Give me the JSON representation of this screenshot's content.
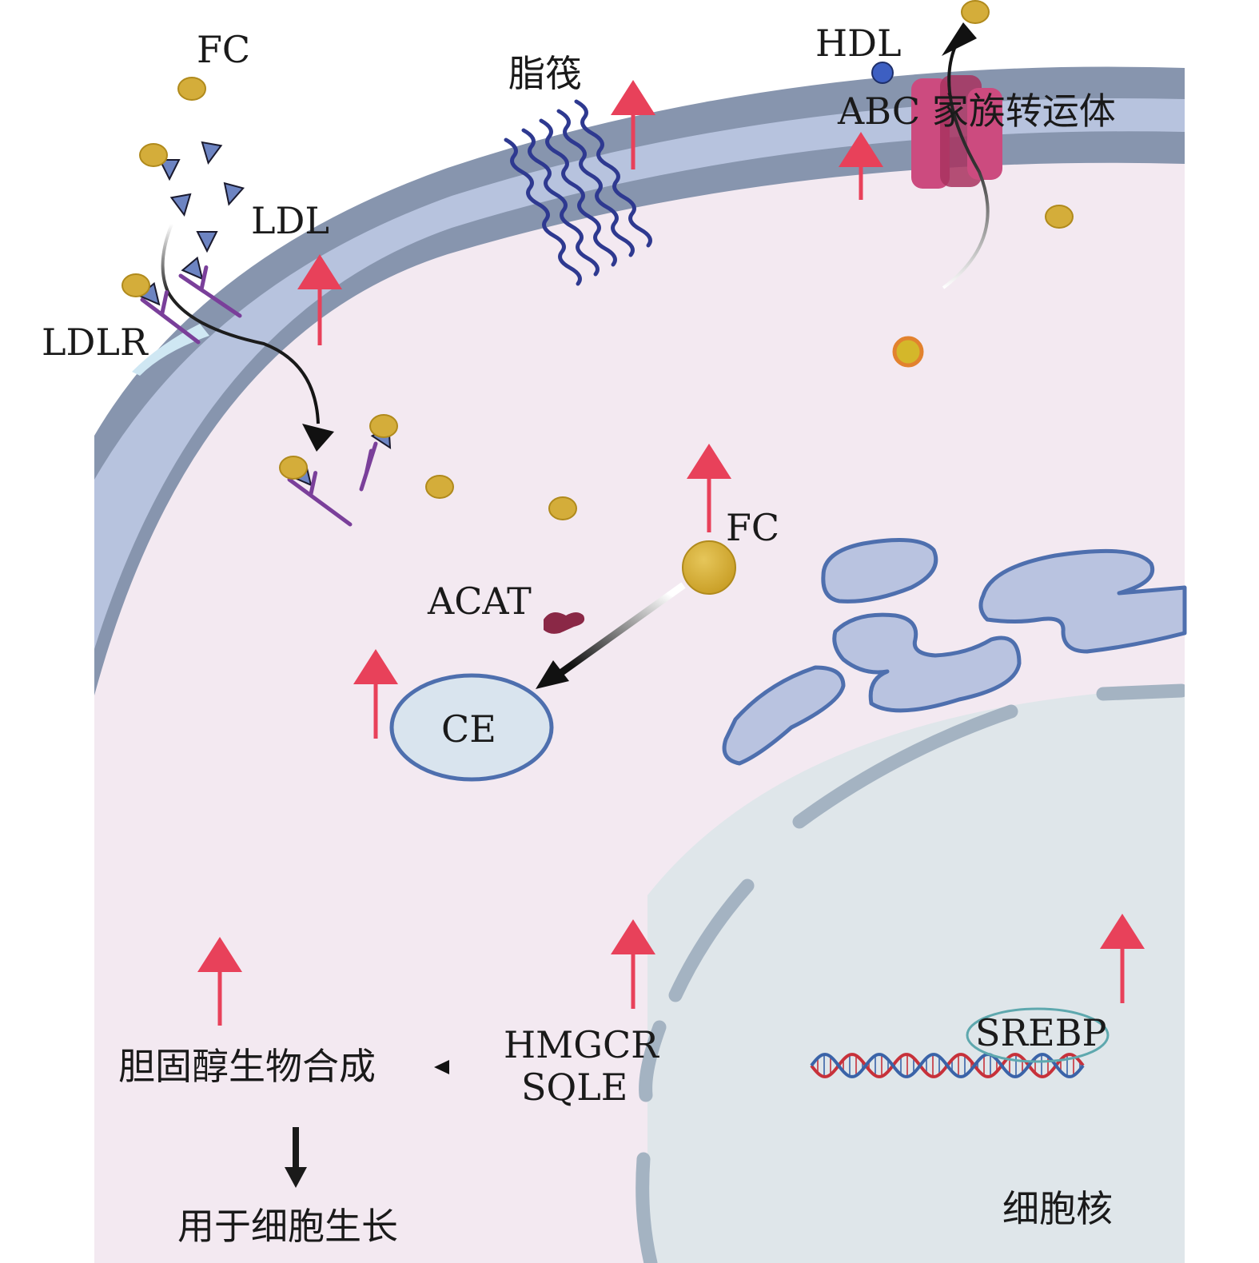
{
  "labels": {
    "fc_outside": "FC",
    "ldl": "LDL",
    "ldlr": "LDLR",
    "lipid_raft": "脂筏",
    "hdl": "HDL",
    "abc_transporter": "ABC 家族转运体",
    "fc_inside": "FC",
    "acat": "ACAT",
    "ce": "CE",
    "hmgcr": "HMGCR",
    "sqle": "SQLE",
    "srebp": "SREBP",
    "cholesterol_biosynthesis": "胆固醇生物合成",
    "for_cell_growth": "用于细胞生长",
    "nucleus": "细胞核"
  },
  "colors": {
    "membrane_outer": "#8795ae",
    "membrane_inner": "#b7c3de",
    "cytoplasm": "#f3e9f1",
    "nucleus": "#dfe6ea",
    "nuclear_envelope": "#a4b3c2",
    "up_arrow": "#e8415a",
    "cholesterol": "#d4ad3a",
    "ldl_triangle": "#6d84c2",
    "ldlr": "#7a3f9a",
    "raft": "#2e3990",
    "abc": "#cc4b7f",
    "hdl": "#3d5fc2",
    "er_fill": "#b9c3e0",
    "er_stroke": "#4e6fae",
    "ce_fill": "#d9e4ee",
    "acat": "#8a2846",
    "dna_red": "#c7313a",
    "dna_blue": "#3a63a8",
    "srebp_ring": "#5ea8ae"
  }
}
